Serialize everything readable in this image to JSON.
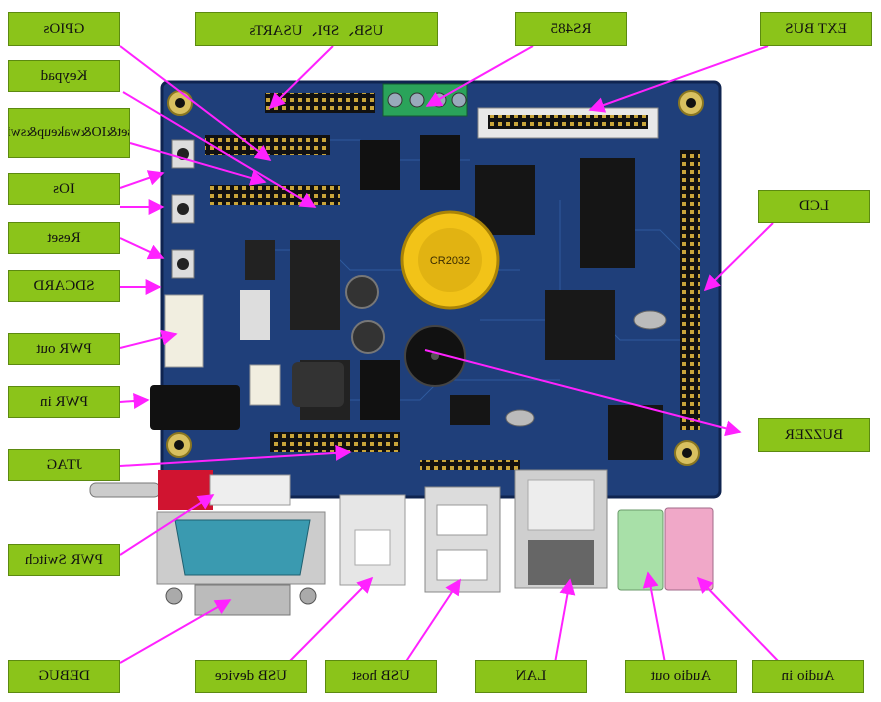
{
  "labels": {
    "gpios": "GPIOs",
    "usb_spi_usarts": "USB、SPI、USARTs",
    "rs485": "RS485",
    "ext_bus": "EXT BUS",
    "keypad": "Keypad",
    "wakeup_switch": "Reset&IO&wakeup&switch",
    "ios": "IOs",
    "reset": "Reset",
    "sdcard": "SDCARD",
    "lcd": "LCD",
    "pwr_out": "PWR out",
    "pwr_in": "PWR in",
    "buzzer": "BUZZER",
    "jtag": "JTAG",
    "pwr_switch": "PWR Switch",
    "debug": "DEBUG",
    "usb_device": "USB device",
    "usb_host": "USB host",
    "lan": "LAN",
    "audio_out": "Audio out",
    "audio_in": "Audio in"
  },
  "board_marks": {
    "battery": "CR2032"
  },
  "colors": {
    "label_fill": "#8bc41a",
    "arrow": "#ff22ff",
    "pcb": "#1f3f7a"
  }
}
